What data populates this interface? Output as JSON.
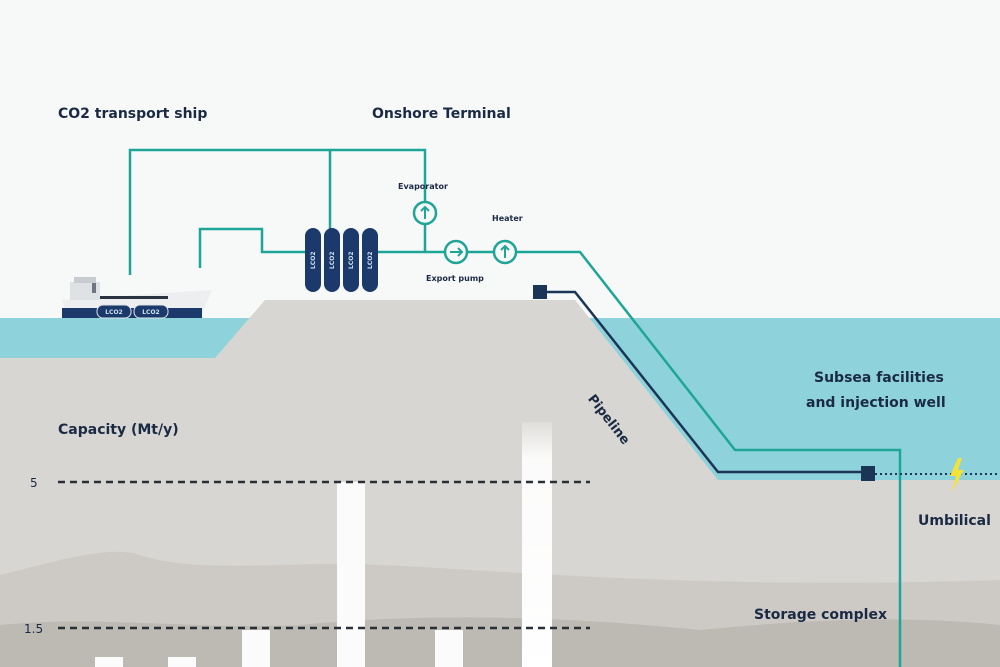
{
  "labels": {
    "ship": "CO2 transport ship",
    "terminal": "Onshore Terminal",
    "evaporator": "Evaporator",
    "heater": "Heater",
    "export_pump": "Export pump",
    "pipeline": "Pipeline",
    "subsea_line1": "Subsea facilities",
    "subsea_line2": "and injection well",
    "capacity": "Capacity (Mt/y)",
    "umbilical": "Umbilical",
    "storage": "Storage complex"
  },
  "tank_label": "LCO2",
  "ship_tank_labels": [
    "LCO2",
    "LCO2"
  ],
  "capacity_levels": [
    "5",
    "1.5"
  ],
  "colors": {
    "pipe_teal": "#1fa597",
    "pipeline_navy": "#1b3557",
    "sea": "#8ed3db",
    "land": "#d8d6d2",
    "strata": "#c9c6c1",
    "lightning": "#f2e23a"
  }
}
